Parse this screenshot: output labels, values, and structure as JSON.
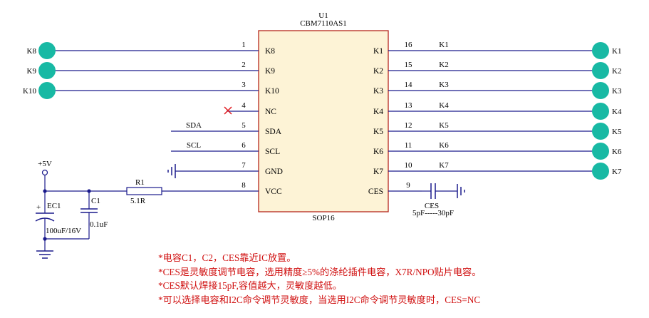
{
  "chip": {
    "ref": "U1",
    "part": "CBM7110AS1",
    "package": "SOP16",
    "left_pins": [
      {
        "num": "1",
        "name": "K8",
        "net": "K8"
      },
      {
        "num": "2",
        "name": "K9",
        "net": "K9"
      },
      {
        "num": "3",
        "name": "K10",
        "net": "K10"
      },
      {
        "num": "4",
        "name": "NC",
        "net": ""
      },
      {
        "num": "5",
        "name": "SDA",
        "net": "SDA"
      },
      {
        "num": "6",
        "name": "SCL",
        "net": "SCL"
      },
      {
        "num": "7",
        "name": "GND",
        "net": ""
      },
      {
        "num": "8",
        "name": "VCC",
        "net": ""
      }
    ],
    "right_pins": [
      {
        "num": "16",
        "name": "K1",
        "net": "K1"
      },
      {
        "num": "15",
        "name": "K2",
        "net": "K2"
      },
      {
        "num": "14",
        "name": "K3",
        "net": "K3"
      },
      {
        "num": "13",
        "name": "K4",
        "net": "K4"
      },
      {
        "num": "12",
        "name": "K5",
        "net": "K5"
      },
      {
        "num": "11",
        "name": "K6",
        "net": "K6"
      },
      {
        "num": "10",
        "name": "K7",
        "net": "K7"
      },
      {
        "num": "9",
        "name": "CES",
        "net": ""
      }
    ]
  },
  "pads_left": [
    "K8",
    "K9",
    "K10"
  ],
  "pads_right": [
    "K1",
    "K2",
    "K3",
    "K4",
    "K5",
    "K6",
    "K7"
  ],
  "components": {
    "r1_ref": "R1",
    "r1_value": "5.1R",
    "ec1_ref": "EC1",
    "ec1_value": "100uF/16V",
    "c1_ref": "C1",
    "c1_value": "0.1uF",
    "ces_ref": "CES",
    "ces_value": "5pF-----30pF",
    "power_label": "+5V"
  },
  "notes": [
    "*电容C1，C2，CES靠近IC放置。",
    "*CES是灵敏度调节电容，选用精度≥5%的涤纶插件电容，X7R/NPO贴片电容。",
    "*CES默认焊接15pF,容值越大，灵敏度越低。",
    "*可以选择电容和I2C命令调节灵敏度，当选用I2C命令调节灵敏度时，CES=NC"
  ],
  "colors": {
    "wire": "#1a1a8c",
    "chip_fill": "#fdf3d6",
    "chip_border": "#b5271c",
    "pad": "#18b9a4",
    "nc_mark": "#e0191f",
    "note_text": "#d01010"
  }
}
